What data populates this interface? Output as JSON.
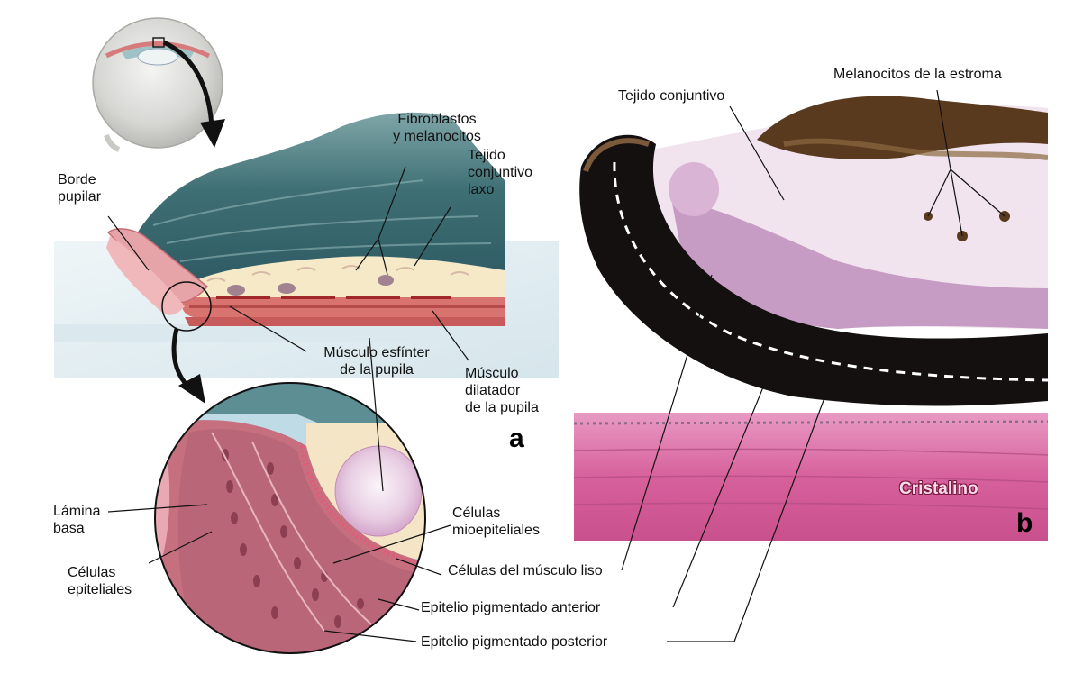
{
  "panels": {
    "a": {
      "letter": "a"
    },
    "b": {
      "letter": "b"
    }
  },
  "labels": {
    "fibroblastos": "Fibroblastos\ny melanocitos",
    "tejido_laxo": "Tejido\nconjuntivo\nlaxo",
    "borde_pupilar": "Borde\npupilar",
    "esfinter": "Músculo esfínter\nde la pupila",
    "dilatador": "Músculo\ndilatador\nde la pupila",
    "lamina_basal": "Lámina\nbasa",
    "celulas_epiteliales": "Células\nepiteliales",
    "mioepiteliales": "Células\nmioepiteliales",
    "musculo_liso": "Células del músculo liso",
    "epitelio_anterior": "Epitelio pigmentado anterior",
    "epitelio_posterior": "Epitelio pigmentado posterior",
    "tejido_conjuntivo": "Tejido conjuntivo",
    "melanocitos_estroma": "Melanocitos de la estroma",
    "cristalino": "Cristalino"
  }
}
